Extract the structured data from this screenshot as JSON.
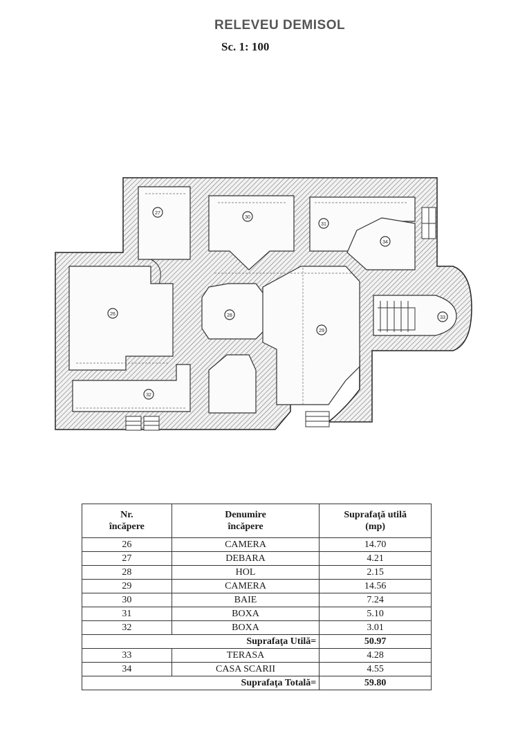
{
  "header": {
    "title": "RELEVEU DEMISOL",
    "scale": "Sc.  1: 100"
  },
  "plan": {
    "room_marks": [
      "26",
      "27",
      "28",
      "29",
      "30",
      "31",
      "32",
      "33",
      "34"
    ]
  },
  "table": {
    "headers": {
      "nr_line1": "Nr.",
      "nr_line2": "încăpere",
      "name_line1": "Denumire",
      "name_line2": "încăpere",
      "area_line1": "Suprafaţă utilă",
      "area_line2": "(mp)"
    },
    "rows": [
      {
        "nr": "26",
        "name": "CAMERA",
        "area": "14.70"
      },
      {
        "nr": "27",
        "name": "DEBARA",
        "area": "4.21"
      },
      {
        "nr": "28",
        "name": "HOL",
        "area": "2.15"
      },
      {
        "nr": "29",
        "name": "CAMERA",
        "area": "14.56"
      },
      {
        "nr": "30",
        "name": "BAIE",
        "area": "7.24"
      },
      {
        "nr": "31",
        "name": "BOXA",
        "area": "5.10"
      },
      {
        "nr": "32",
        "name": "BOXA",
        "area": "3.01"
      }
    ],
    "subtotal": {
      "label": "Suprafaţa Utilă=",
      "value": "50.97"
    },
    "extra_rows": [
      {
        "nr": "33",
        "name": "TERASA",
        "area": "4.28"
      },
      {
        "nr": "34",
        "name": "CASA SCARII",
        "area": "4.55"
      }
    ],
    "total": {
      "label": "Suprafaţa Totală=",
      "value": "59.80"
    }
  }
}
